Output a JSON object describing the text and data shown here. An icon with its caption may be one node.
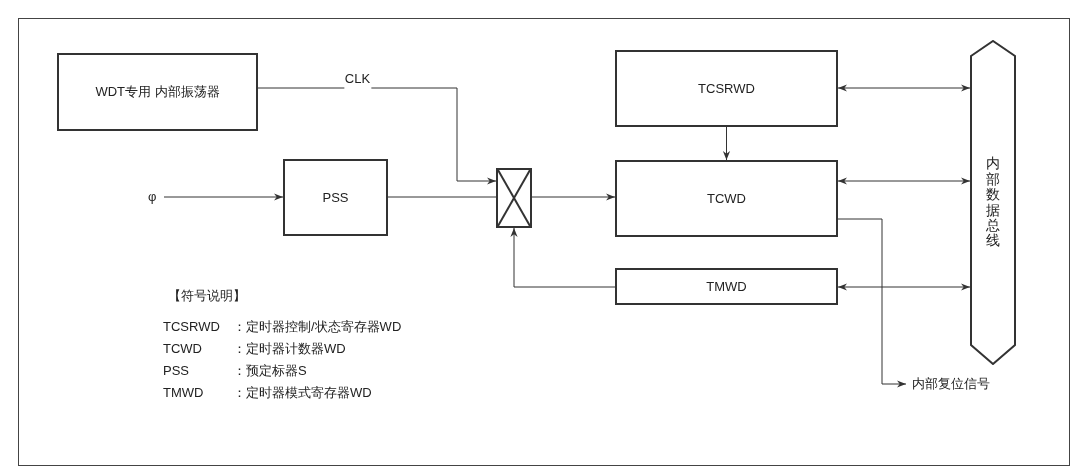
{
  "diagram": {
    "nodes": [
      {
        "text": [
          "WDT专用 内部振荡器"
        ]
      },
      {
        "text": [
          "φ"
        ]
      },
      {
        "text": [
          "PSS"
        ]
      },
      {
        "text": [],
        "shape": "box"
      },
      {
        "text": [
          "TCSRWD"
        ]
      },
      {
        "text": [
          "TCWD"
        ]
      },
      {
        "text": [
          "TMWD"
        ]
      },
      {
        "text": [
          "内部数据总线"
        ]
      },
      {
        "text": [
          "内部复位信号"
        ]
      }
    ],
    "edges": [
      {
        "from": 0,
        "to": 3,
        "arrow": "to",
        "label": "CLK"
      },
      {
        "from": 1,
        "to": 2,
        "arrow": "to"
      },
      {
        "from": 2,
        "to": 3,
        "arrow": "none"
      },
      {
        "from": 3,
        "to": 5,
        "arrow": "to"
      },
      {
        "from": 4,
        "to": 5,
        "arrow": "to"
      },
      {
        "from": 6,
        "to": 3,
        "arrow": "to"
      },
      {
        "from": 4,
        "to": 7,
        "arrow": "both"
      },
      {
        "from": 5,
        "to": 7,
        "arrow": "both"
      },
      {
        "from": 6,
        "to": 7,
        "arrow": "both"
      },
      {
        "from": 5,
        "to": 8,
        "arrow": "to"
      }
    ],
    "labels": [
      "【符号说明】",
      "TCSRWD",
      "：定时器控制/状态寄存器WD",
      "TCWD",
      "：定时器计数器WD",
      "PSS",
      "：预定标器S",
      "TMWD",
      "：定时器模式寄存器WD"
    ]
  }
}
